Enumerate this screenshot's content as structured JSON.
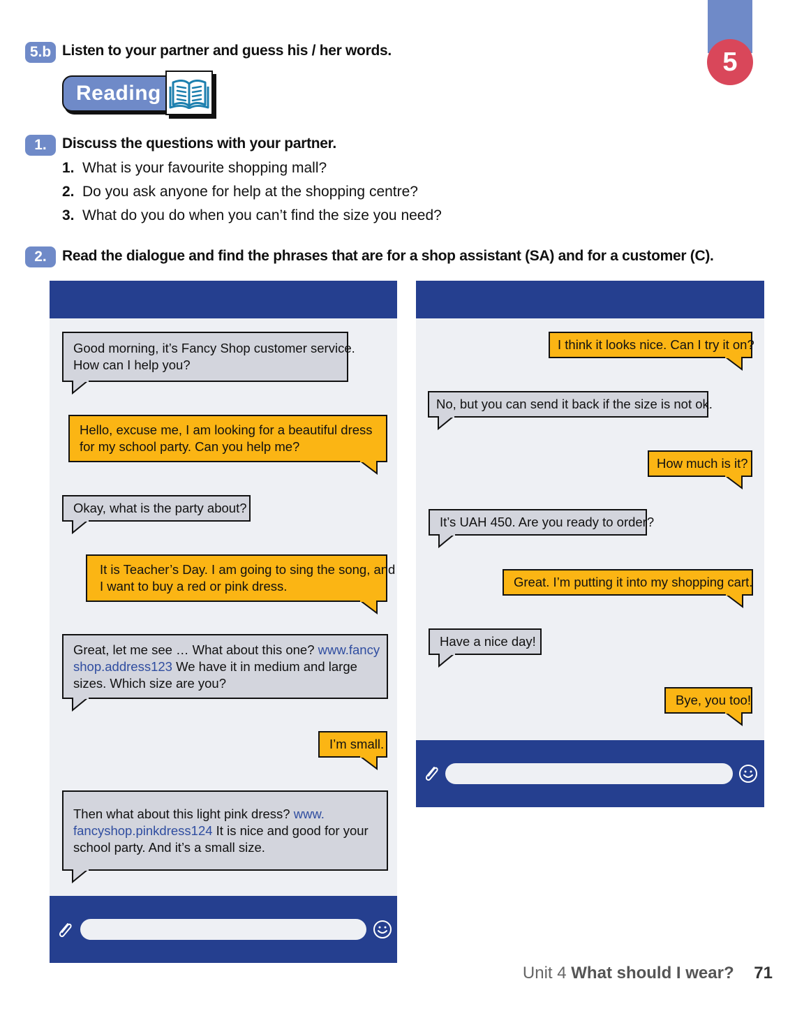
{
  "unit_tab": {
    "number": "5"
  },
  "ex5b": {
    "badge": "5.b",
    "instruction": "Listen to your partner and guess his / her words."
  },
  "reading_label": "Reading",
  "ex1": {
    "badge": "1.",
    "instruction": "Discuss the questions with your partner.",
    "questions": [
      {
        "num": "1.",
        "text": "What is your favourite shopping mall?"
      },
      {
        "num": "2.",
        "text": "Do you ask anyone for help at the shopping centre?"
      },
      {
        "num": "3.",
        "text": "What do you do when you can’t find the size you need?"
      }
    ]
  },
  "ex2": {
    "badge": "2.",
    "instruction": "Read the dialogue and find the phrases that are for a shop assistant (SA) and for a customer (C)."
  },
  "chat_left": [
    {
      "speaker": "SA",
      "lines": [
        "Good morning, it’s Fancy Shop customer service.",
        "How can I help you?"
      ]
    },
    {
      "speaker": "C",
      "lines": [
        "Hello, excuse me, I am looking for a beautiful dress",
        "for my school party. Can you help me?"
      ]
    },
    {
      "speaker": "SA",
      "lines": [
        "Okay, what is the party about?"
      ]
    },
    {
      "speaker": "C",
      "lines": [
        "It is Teacher’s Day. I am going to sing the song, and",
        "I want to buy a red or pink dress."
      ]
    },
    {
      "speaker": "SA",
      "line1_text": "Great, let me see … What about this one? ",
      "line1_link": "www.fancy",
      "line2_link": "shop.address123",
      "line2_text": " We have it in medium and large",
      "line3_text": "sizes. Which size are you?"
    },
    {
      "speaker": "C",
      "lines": [
        "I’m small."
      ]
    },
    {
      "speaker": "SA",
      "line1_text": "Then what about this light pink dress? ",
      "line1_link": "www.",
      "line2_link": "fancyshop.pinkdress124",
      "line2_text": " It is nice and good for your",
      "line3_text": "school party. And it’s a small size."
    }
  ],
  "chat_right": [
    {
      "speaker": "C",
      "lines": [
        "I think it looks nice. Can I try it on?"
      ]
    },
    {
      "speaker": "SA",
      "lines": [
        "No, but you can send it back if the size is not ok."
      ]
    },
    {
      "speaker": "C",
      "lines": [
        "How much is it?"
      ]
    },
    {
      "speaker": "SA",
      "lines": [
        "It’s UAH 450. Are you ready to order?"
      ]
    },
    {
      "speaker": "C",
      "lines": [
        "Great. I’m putting it into my shopping cart."
      ]
    },
    {
      "speaker": "SA",
      "lines": [
        "Have a nice day!"
      ]
    },
    {
      "speaker": "C",
      "lines": [
        "Bye, you too!"
      ]
    }
  ],
  "footer": {
    "unit": "Unit 4",
    "title": "What should I wear?",
    "page": "71"
  },
  "colors": {
    "accent_blue": "#6f8ac8",
    "chat_header": "#253f8f",
    "customer_bubble": "#fbb514",
    "assistant_bubble": "#d3d5dd",
    "unit_circle": "#d9475a",
    "link": "#2f4da0"
  },
  "icons": {
    "attach": "paperclip-icon",
    "emoji": "smiley-icon",
    "reading": "open-book-icon"
  }
}
